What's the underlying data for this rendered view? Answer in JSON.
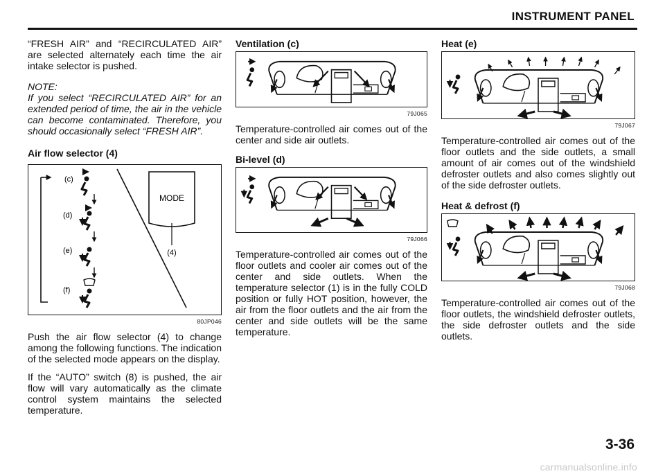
{
  "header": {
    "title": "INSTRUMENT PANEL"
  },
  "col1": {
    "intro": "“FRESH AIR” and “RECIRCULATED AIR” are selected alternately each time the air intake selector is pushed.",
    "note_label": "NOTE:",
    "note_text": "If you select “RECIRCULATED AIR” for an extended period of time, the air in the vehicle can become contaminated. Therefore, you should occasionally select “FRESH AIR”.",
    "heading": "Air flow selector (4)",
    "figure": {
      "code": "80JP046",
      "mode_label": "MODE",
      "selector_label": "(4)",
      "labels": [
        "(c)",
        "(d)",
        "(e)",
        "(f)"
      ]
    },
    "para1": "Push the air flow selector (4) to change among the following functions. The indication of the selected mode appears on the display.",
    "para2": "If the “AUTO” switch (8) is pushed, the air flow will vary automatically as the climate control system maintains the selected temperature."
  },
  "col2": {
    "vent_heading": "Ventilation (c)",
    "vent_code": "79J065",
    "vent_text": "Temperature-controlled air comes out of the center and side air outlets.",
    "bilevel_heading": "Bi-level (d)",
    "bilevel_code": "79J066",
    "bilevel_text": "Temperature-controlled air comes out of the floor outlets and cooler air comes out of the center and side outlets. When the temperature selector (1) is in the fully COLD position or fully HOT position, however, the air from the floor outlets and the air from the center and side outlets will be the same temperature."
  },
  "col3": {
    "heat_heading": "Heat (e)",
    "heat_code": "79J067",
    "heat_text": "Temperature-controlled air comes out of the floor outlets and the side outlets, a small amount of air comes out of the windshield defroster outlets and also comes slightly out of the side defroster outlets.",
    "heatdef_heading": "Heat & defrost (f)",
    "heatdef_code": "79J068",
    "heatdef_text": "Temperature-controlled air comes out of the floor outlets, the windshield defroster outlets, the side defroster outlets and the side outlets."
  },
  "footer": {
    "page_number": "3-36",
    "watermark": "carmanualsonline.info"
  }
}
